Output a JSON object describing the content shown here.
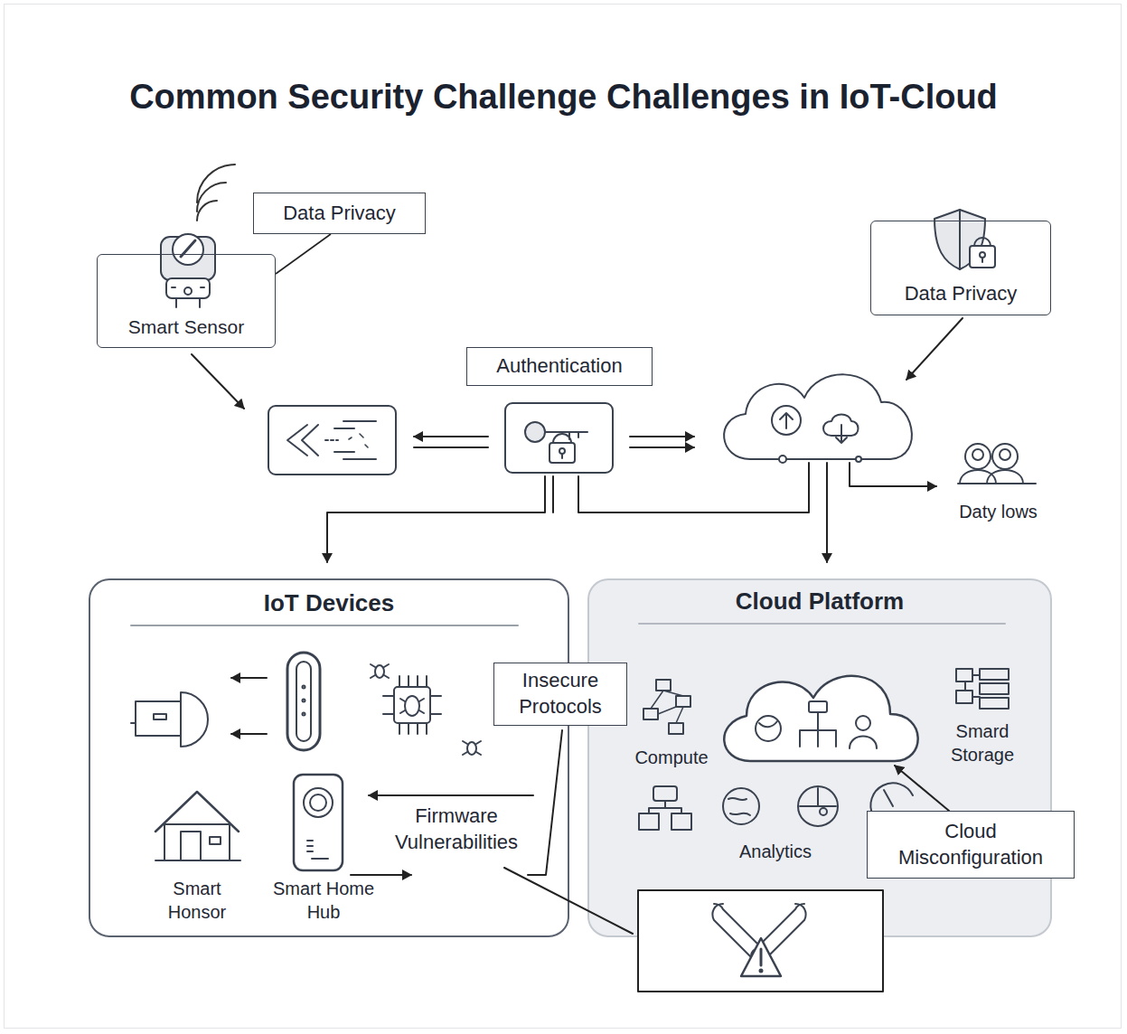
{
  "diagram": {
    "title": "Common Security Challenge Challenges in IoT-Cloud",
    "nodes": [
      {
        "text": [
          "Smart Sensor"
        ]
      },
      {
        "text": [
          "Data Privacy"
        ]
      },
      {
        "text": [
          "Authentication"
        ]
      },
      {
        "text": [
          "Data Privacy"
        ]
      },
      {
        "text": [
          "IoT Devices"
        ]
      },
      {
        "text": [
          "Cloud Platform"
        ]
      },
      {
        "text": [
          "Insecure Protocols"
        ]
      },
      {
        "text": [
          "Cloud Misconfiguration"
        ]
      }
    ],
    "edges": [
      {
        "from": 1,
        "to": 0,
        "arrow": "none"
      }
    ],
    "labels": [
      "Daty lows",
      "Smart Honsor",
      "Smart Home Hub",
      "Firmware Vulnerabilities",
      "Compute",
      "Smard Storage",
      "Analytics"
    ]
  }
}
